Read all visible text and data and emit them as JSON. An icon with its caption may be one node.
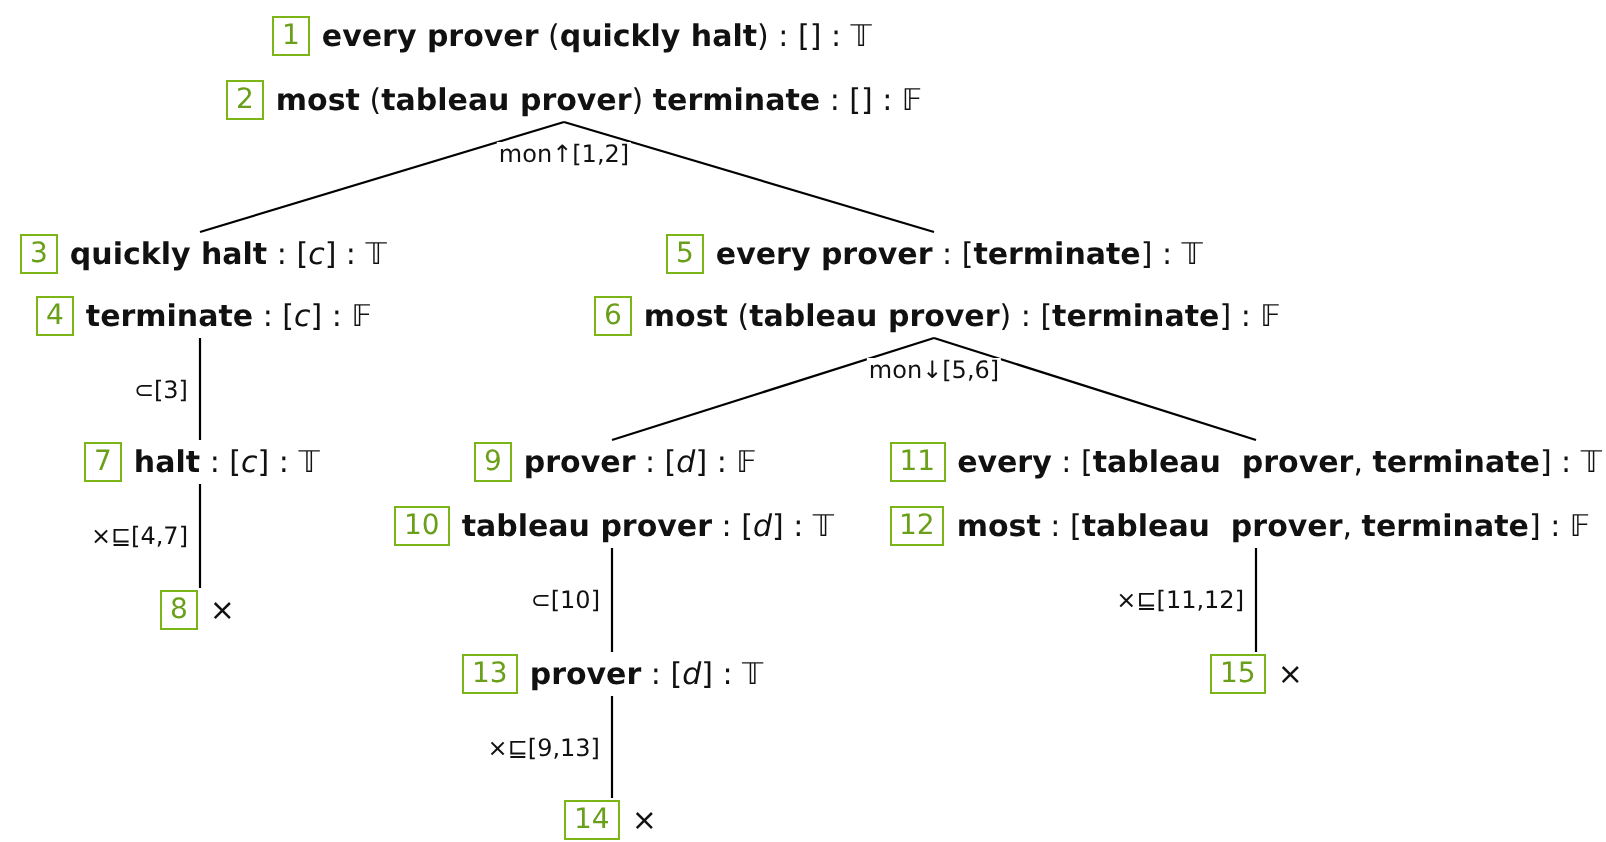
{
  "diagram": {
    "nodes": [
      {
        "text": [
          "1",
          "**every prover** (**quickly halt**) : [] : 𝕋"
        ]
      },
      {
        "text": [
          "2",
          "**most** (**tableau prover**) **terminate** : [] : 𝔽"
        ]
      },
      {
        "text": [
          "3",
          "**quickly halt** : [*c*] : 𝕋"
        ]
      },
      {
        "text": [
          "4",
          "**terminate** : [*c*] : 𝔽"
        ]
      },
      {
        "text": [
          "5",
          "**every prover** : [**terminate**] : 𝕋"
        ]
      },
      {
        "text": [
          "6",
          "**most** (**tableau prover**) : [**terminate**] : 𝔽"
        ]
      },
      {
        "text": [
          "7",
          "**halt** : [*c*] : 𝕋"
        ]
      },
      {
        "text": [
          "8",
          "×"
        ]
      },
      {
        "text": [
          "9",
          "**prover** : [*d*] : 𝔽"
        ]
      },
      {
        "text": [
          "10",
          "**tableau prover** : [*d*] : 𝕋"
        ]
      },
      {
        "text": [
          "11",
          "**every** : [**tableau  prover**, **terminate**] : 𝕋"
        ]
      },
      {
        "text": [
          "12",
          "**most** : [**tableau  prover**, **terminate**] : 𝔽"
        ]
      },
      {
        "text": [
          "13",
          "**prover** : [*d*] : 𝕋"
        ]
      },
      {
        "text": [
          "14",
          "×"
        ]
      },
      {
        "text": [
          "15",
          "×"
        ]
      }
    ],
    "edges": [
      {
        "from": 1,
        "to": 2,
        "arrow": "none",
        "label": "mon↑[1,2]"
      },
      {
        "from": 1,
        "to": 4,
        "arrow": "none"
      },
      {
        "from": 3,
        "to": 6,
        "arrow": "none",
        "label": "⊂[3]"
      },
      {
        "from": 6,
        "to": 7,
        "arrow": "none",
        "label": "×⊑[4,7]"
      },
      {
        "from": 5,
        "to": 8,
        "arrow": "none",
        "label": "mon↓[5,6]"
      },
      {
        "from": 5,
        "to": 10,
        "arrow": "none"
      },
      {
        "from": 9,
        "to": 12,
        "arrow": "none",
        "label": "⊂[10]"
      },
      {
        "from": 12,
        "to": 13,
        "arrow": "none",
        "label": "×⊑[9,13]"
      },
      {
        "from": 11,
        "to": 14,
        "arrow": "none",
        "label": "×⊑[11,12]"
      }
    ]
  }
}
